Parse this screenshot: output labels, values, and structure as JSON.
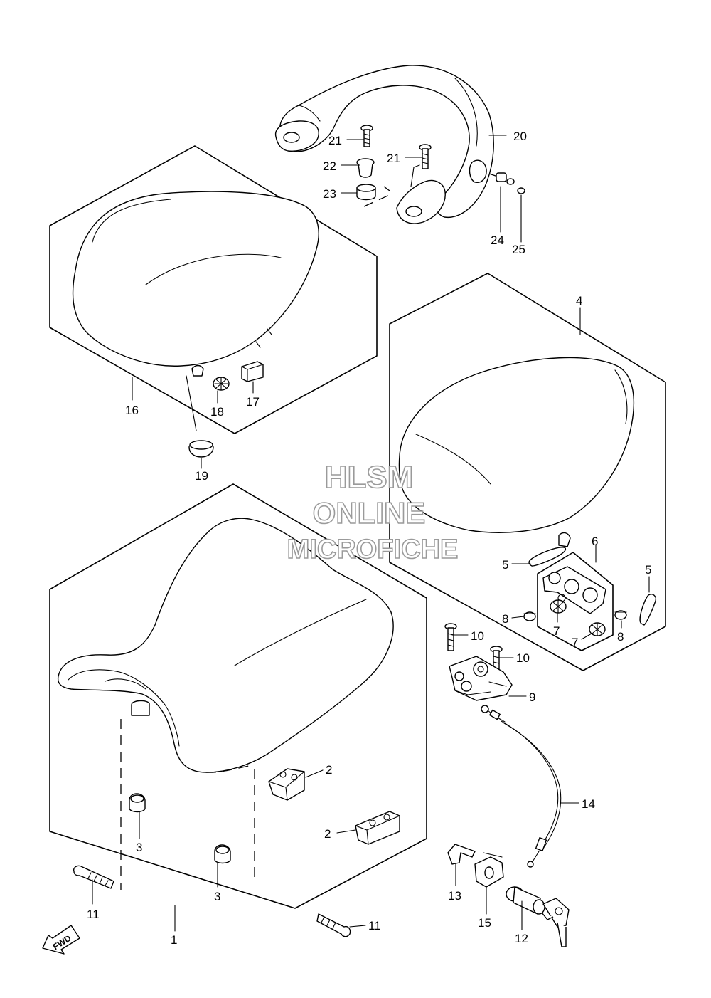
{
  "watermark": {
    "line1": "HLSM",
    "line2": "ONLINE",
    "line3": "MICROFICHE"
  },
  "direction_label": "FWD",
  "callouts": {
    "c1": "1",
    "c2a": "2",
    "c2b": "2",
    "c3a": "3",
    "c3b": "3",
    "c4": "4",
    "c5a": "5",
    "c5b": "5",
    "c6": "6",
    "c7a": "7",
    "c7b": "7",
    "c8a": "8",
    "c8b": "8",
    "c9": "9",
    "c10a": "10",
    "c10b": "10",
    "c11a": "11",
    "c11b": "11",
    "c12": "12",
    "c13": "13",
    "c14": "14",
    "c15": "15",
    "c16": "16",
    "c17": "17",
    "c18": "18",
    "c19": "19",
    "c20": "20",
    "c21a": "21",
    "c21b": "21",
    "c22": "22",
    "c23": "23",
    "c24": "24",
    "c25": "25"
  }
}
